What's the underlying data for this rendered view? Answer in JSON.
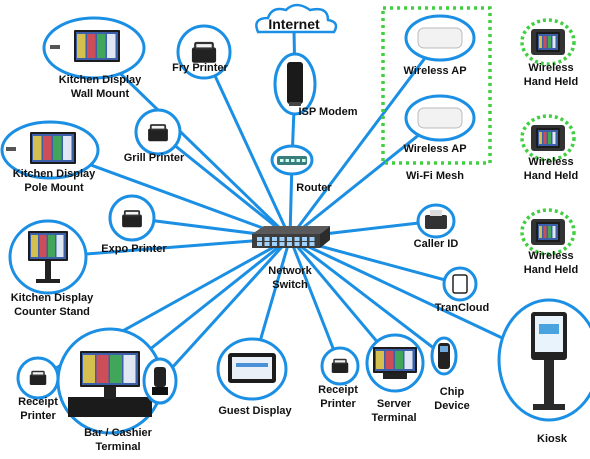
{
  "colors": {
    "link": "#1a8fe3",
    "mesh": "#3fcf3f",
    "device_dark": "#2b2b2b",
    "screen": "#3b5fa8"
  },
  "internet": {
    "label": "Internet",
    "icon": "cloud-icon"
  },
  "hub": {
    "label_line1": "Network",
    "label_line2": "Switch",
    "icon": "network-switch-icon"
  },
  "wifi_mesh": {
    "label": "Wi-Fi Mesh"
  },
  "nodes": [
    {
      "id": "kitchen-display-wall-mount",
      "line1": "Kitchen Display",
      "line2": "Wall Mount",
      "icon": "kitchen-display-icon"
    },
    {
      "id": "fry-printer",
      "line1": "Fry Printer",
      "line2": "",
      "icon": "printer-icon"
    },
    {
      "id": "isp-modem",
      "line1": "ISP Modem",
      "line2": "",
      "icon": "modem-icon"
    },
    {
      "id": "router",
      "line1": "Router",
      "line2": "",
      "icon": "router-icon"
    },
    {
      "id": "wireless-ap-1",
      "line1": "Wireless AP",
      "line2": "",
      "icon": "access-point-icon"
    },
    {
      "id": "wireless-ap-2",
      "line1": "Wireless AP",
      "line2": "",
      "icon": "access-point-icon"
    },
    {
      "id": "kitchen-display-pole-mount",
      "line1": "Kitchen Display",
      "line2": "Pole Mount",
      "icon": "kitchen-display-icon"
    },
    {
      "id": "grill-printer",
      "line1": "Grill Printer",
      "line2": "",
      "icon": "printer-icon"
    },
    {
      "id": "expo-printer",
      "line1": "Expo Printer",
      "line2": "",
      "icon": "printer-icon"
    },
    {
      "id": "kitchen-display-counter-stand",
      "line1": "Kitchen Display",
      "line2": "Counter Stand",
      "icon": "monitor-stand-icon"
    },
    {
      "id": "caller-id",
      "line1": "Caller ID",
      "line2": "",
      "icon": "caller-id-icon"
    },
    {
      "id": "trancloud",
      "line1": "TranCloud",
      "line2": "",
      "icon": "trancloud-icon"
    },
    {
      "id": "receipt-printer-left",
      "line1": "Receipt",
      "line2": "Printer",
      "icon": "receipt-printer-icon"
    },
    {
      "id": "bar-cashier-terminal",
      "line1": "Bar / Cashier",
      "line2": "Terminal",
      "icon": "pos-terminal-icon"
    },
    {
      "id": "card-reader",
      "line1": "",
      "line2": "",
      "icon": "card-reader-icon"
    },
    {
      "id": "guest-display",
      "line1": "Guest Display",
      "line2": "",
      "icon": "guest-display-icon"
    },
    {
      "id": "receipt-printer-right",
      "line1": "Receipt",
      "line2": "Printer",
      "icon": "receipt-printer-icon"
    },
    {
      "id": "server-terminal",
      "line1": "Server",
      "line2": "Terminal",
      "icon": "pos-terminal-icon"
    },
    {
      "id": "chip-device",
      "line1": "Chip",
      "line2": "Device",
      "icon": "chip-reader-icon"
    },
    {
      "id": "kiosk",
      "line1": "Kiosk",
      "line2": "",
      "icon": "kiosk-icon"
    },
    {
      "id": "wireless-hand-held-1",
      "line1": "Wireless",
      "line2": "Hand Held",
      "icon": "handheld-icon"
    },
    {
      "id": "wireless-hand-held-2",
      "line1": "Wireless",
      "line2": "Hand Held",
      "icon": "handheld-icon"
    },
    {
      "id": "wireless-hand-held-3",
      "line1": "Wireless",
      "line2": "Hand Held",
      "icon": "handheld-icon"
    }
  ],
  "links": [
    [
      "network-switch",
      "kitchen-display-wall-mount"
    ],
    [
      "network-switch",
      "fry-printer"
    ],
    [
      "network-switch",
      "router"
    ],
    [
      "router",
      "isp-modem"
    ],
    [
      "isp-modem",
      "internet"
    ],
    [
      "network-switch",
      "wireless-ap-1"
    ],
    [
      "network-switch",
      "wireless-ap-2"
    ],
    [
      "network-switch",
      "kitchen-display-pole-mount"
    ],
    [
      "network-switch",
      "grill-printer"
    ],
    [
      "network-switch",
      "expo-printer"
    ],
    [
      "network-switch",
      "kitchen-display-counter-stand"
    ],
    [
      "network-switch",
      "caller-id"
    ],
    [
      "network-switch",
      "trancloud"
    ],
    [
      "network-switch",
      "receipt-printer-left"
    ],
    [
      "network-switch",
      "bar-cashier-terminal"
    ],
    [
      "network-switch",
      "card-reader"
    ],
    [
      "network-switch",
      "guest-display"
    ],
    [
      "network-switch",
      "receipt-printer-right"
    ],
    [
      "network-switch",
      "server-terminal"
    ],
    [
      "network-switch",
      "chip-device"
    ],
    [
      "network-switch",
      "kiosk"
    ]
  ]
}
